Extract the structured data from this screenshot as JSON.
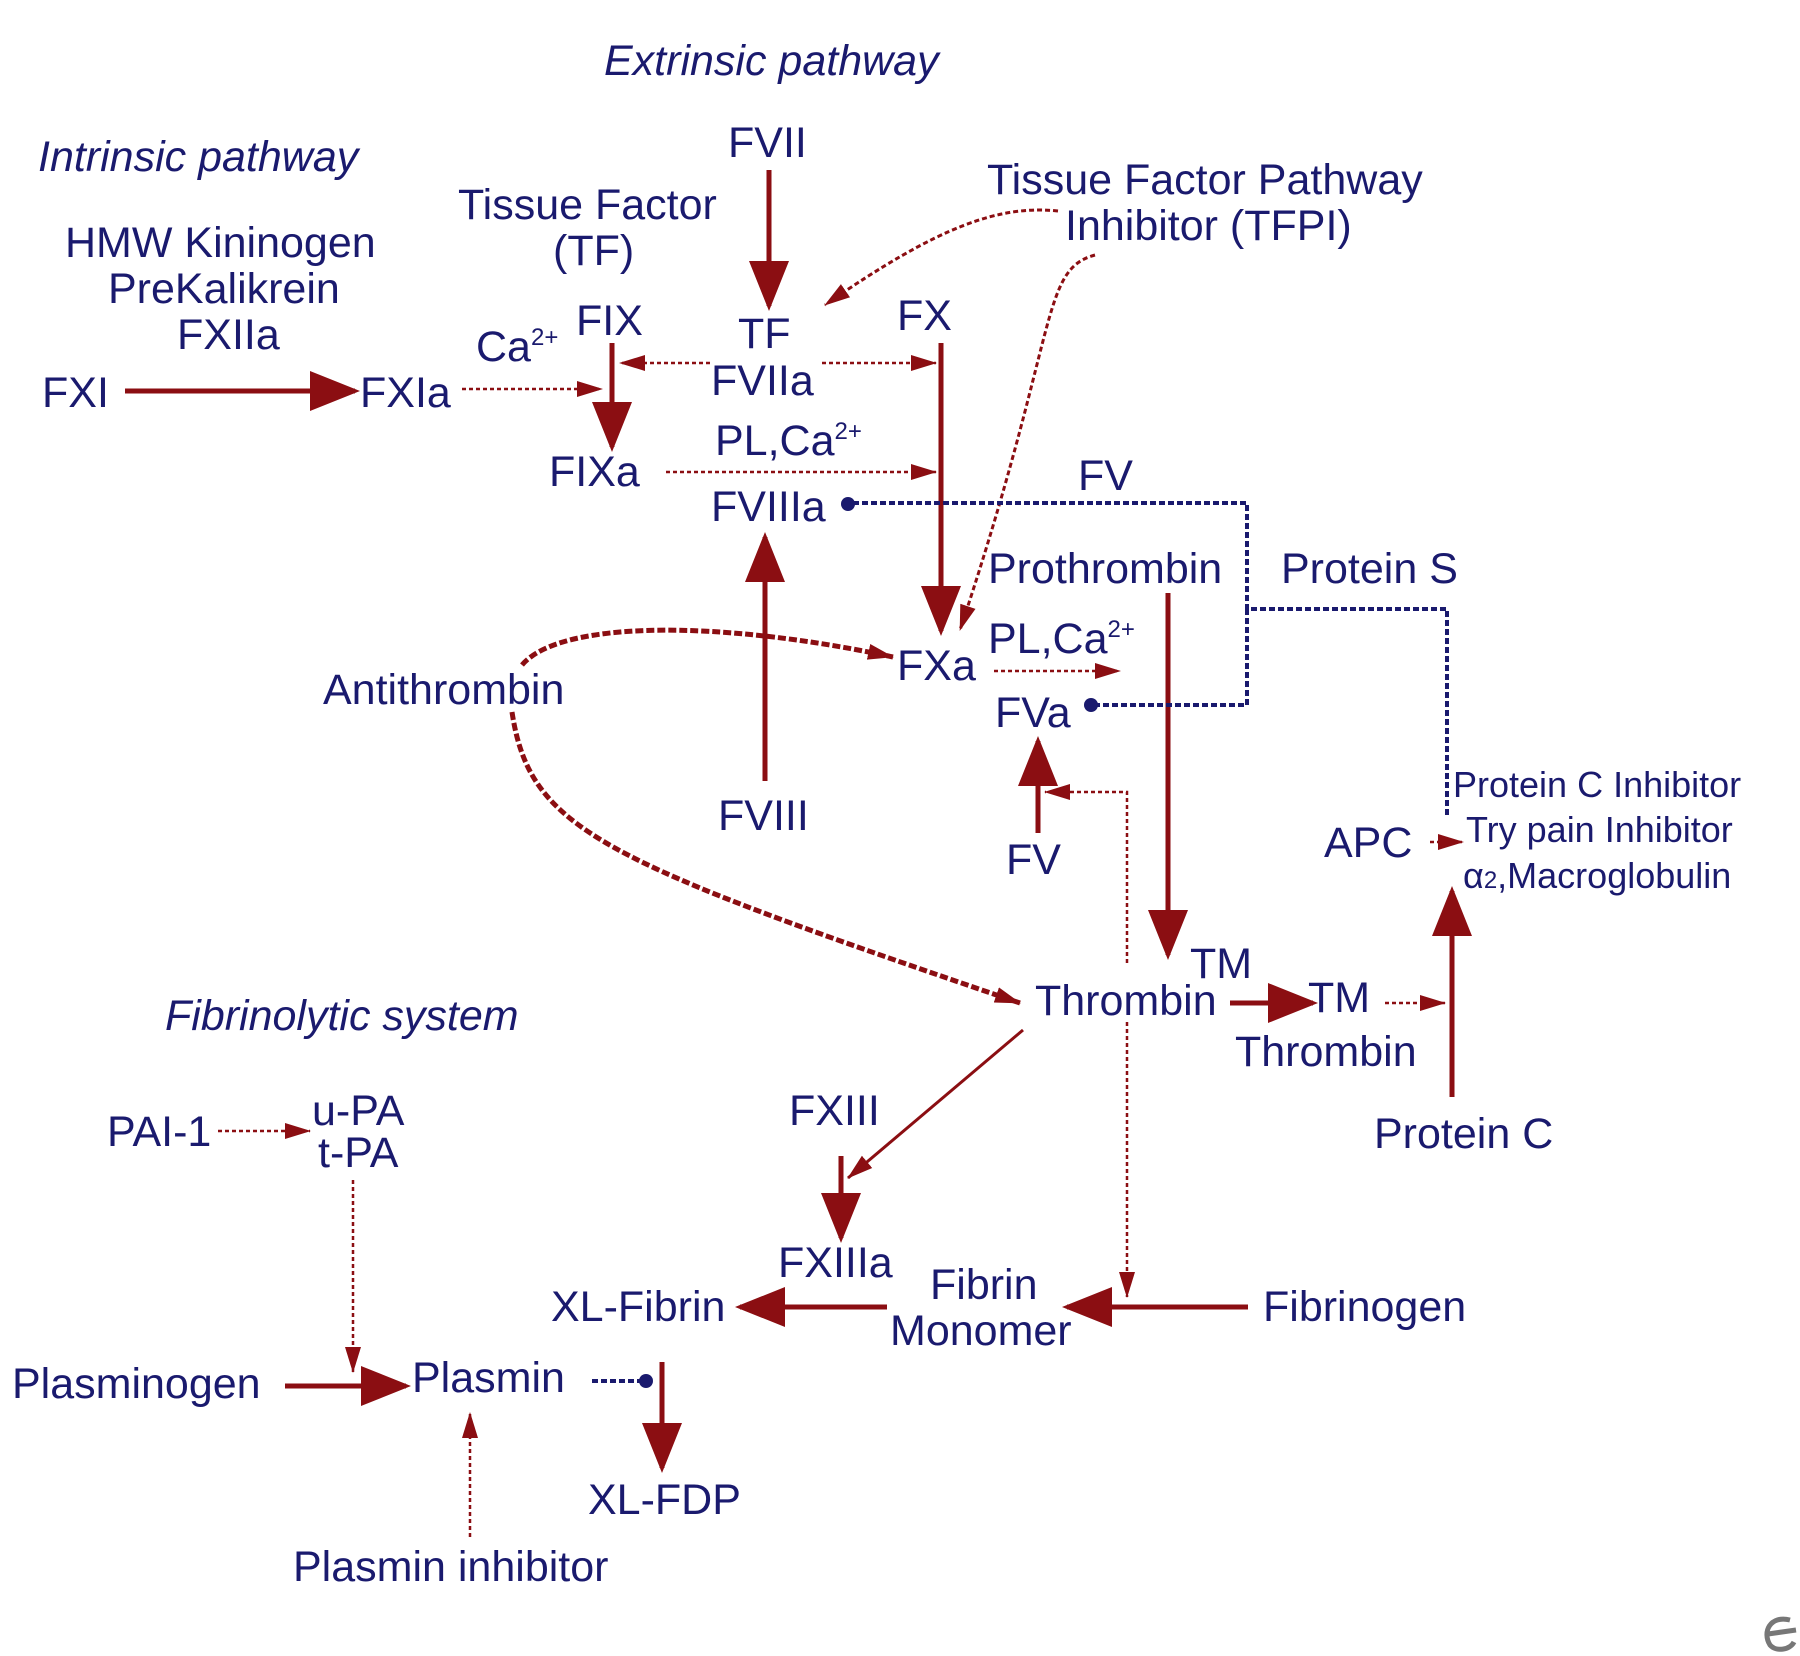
{
  "colors": {
    "text": "#1a1a6e",
    "activation": "#8b0e12",
    "inhibition": "#1a1a6e"
  },
  "headings": {
    "extrinsic": "Extrinsic pathway",
    "intrinsic": "Intrinsic pathway",
    "fibrinolytic": "Fibrinolytic system"
  },
  "labels": {
    "fvii": "FVII",
    "tfpi_line1": "Tissue Factor Pathway",
    "tfpi_line2": "Inhibitor (TFPI)",
    "tf_line1": "Tissue Factor",
    "tf_line2": "(TF)",
    "hmwk": "HMW Kininogen",
    "prekallikrein": "PreKalikrein",
    "fxiia": "FXIIa",
    "ca": "Ca",
    "sup_2plus": "2+",
    "fix": "FIX",
    "tf": "TF",
    "fviia": "FVIIa",
    "fx": "FX",
    "fxi": "FXI",
    "fxia": "FXIa",
    "plca": "PL,Ca",
    "fixa": "FIXa",
    "fviiia": "FVIIIa",
    "fv_top": "FV",
    "prothrombin": "Prothrombin",
    "protein_s": "Protein S",
    "antithrombin": "Antithrombin",
    "fxa": "FXa",
    "fva": "FVa",
    "fviii": "FVIII",
    "fv_bottom": "FV",
    "apc": "APC",
    "pci": "Protein C Inhibitor",
    "tpi": "Try pain Inhibitor",
    "alpha2": "α",
    "alpha2_sub": "2",
    "macroglobulin": ",Macroglobulin",
    "tm_top": "TM",
    "thrombin": "Thrombin",
    "tm_complex": "TM",
    "thrombin_complex": "Thrombin",
    "protein_c": "Protein C",
    "fxiii": "FXIII",
    "pai1": "PAI-1",
    "upa": "u-PA",
    "tpa": "t-PA",
    "fxiiia": "FXIIIa",
    "xl_fibrin": "XL-Fibrin",
    "fibrin": "Fibrin",
    "monomer": "Monomer",
    "fibrinogen": "Fibrinogen",
    "plasminogen": "Plasminogen",
    "plasmin": "Plasmin",
    "xl_fdp": "XL-FDP",
    "plasmin_inhibitor": "Plasmin inhibitor"
  }
}
